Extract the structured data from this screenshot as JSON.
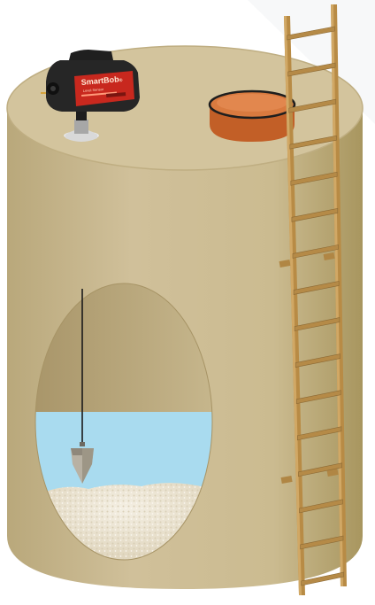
{
  "device": {
    "brand_text": "SmartBob",
    "brand_suffix": "®",
    "sub_text": "Level Sensor",
    "colors": {
      "housing": "#2b2b2b",
      "label": "#c8281e",
      "text": "#ffe9d6"
    }
  },
  "colors": {
    "tank_body": "#cdbd93",
    "tank_top": "#d2c39b",
    "tank_shadow": "#b8a677",
    "cutout_wall": "#b7a47b",
    "liquid": "#a6d9ee",
    "material": "#eae3d2",
    "hatch_outer": "#b5531f",
    "hatch_inner": "#d97a3f",
    "ladder": "#b58a47",
    "ladder_dark": "#8c6a35"
  },
  "icons": {
    "sensor": "level-sensor-icon",
    "hatch": "roof-hatch-icon",
    "ladder": "ladder-icon",
    "plumb_bob": "plumb-bob-icon"
  },
  "stack": {
    "liquid_fill_fraction": 0.62,
    "material_fill_fraction": 0.32
  }
}
